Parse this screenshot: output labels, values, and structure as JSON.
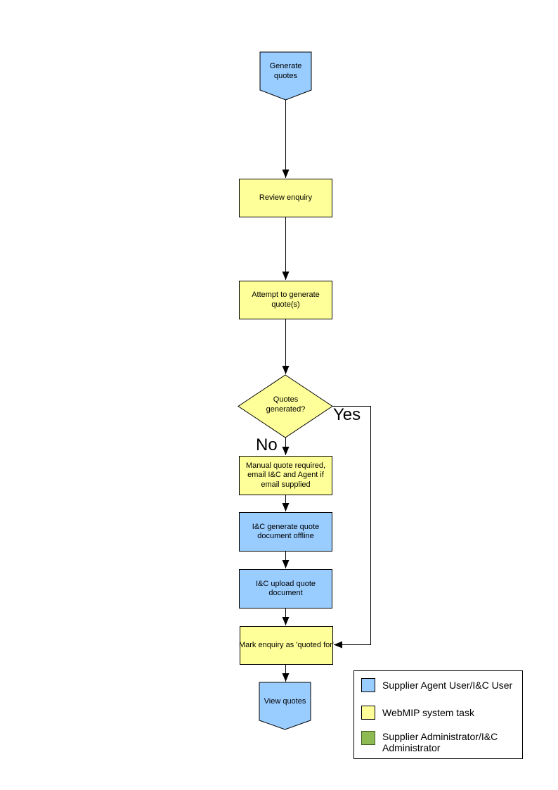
{
  "colors": {
    "blue": "#99CCFF",
    "yellow": "#FFFF99",
    "green": "#8DBA53",
    "line": "#000000"
  },
  "nodes": {
    "start": "Generate quotes",
    "review": "Review enquiry",
    "attempt": "Attempt to generate quote(s)",
    "decision": "Quotes generated?",
    "manual": "Manual quote required, email I&C and Agent if email supplied",
    "generate_offline": "I&C generate quote document offline",
    "upload": "I&C upload quote document",
    "mark": "Mark enquiry as 'quoted for'",
    "end": "View quotes"
  },
  "branches": {
    "yes": "Yes",
    "no": "No"
  },
  "legend": {
    "items": [
      {
        "color": "#99CCFF",
        "label": "Supplier Agent User/I&C User"
      },
      {
        "color": "#FFFF99",
        "label": "WebMIP system task"
      },
      {
        "color": "#8DBA53",
        "label": "Supplier Administrator/I&C Administrator"
      }
    ]
  }
}
